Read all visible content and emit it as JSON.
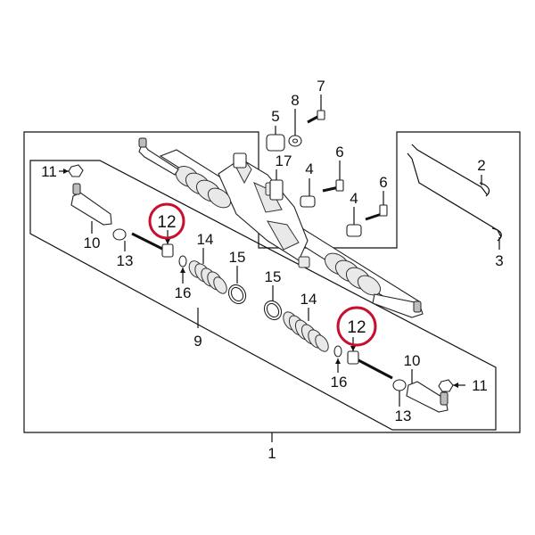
{
  "callouts": {
    "c1": "1",
    "c2": "2",
    "c3": "3",
    "c4a": "4",
    "c4b": "4",
    "c5": "5",
    "c6a": "6",
    "c6b": "6",
    "c7": "7",
    "c8": "8",
    "c9": "9",
    "c10a": "10",
    "c10b": "10",
    "c11a": "11",
    "c11b": "11",
    "c12a": "12",
    "c12b": "12",
    "c13a": "13",
    "c13b": "13",
    "c14a": "14",
    "c14b": "14",
    "c15a": "15",
    "c15b": "15",
    "c16a": "16",
    "c16b": "16",
    "c17": "17"
  },
  "colors": {
    "highlight": "#c8102e",
    "line": "#111111",
    "part_fill": "#ffffff",
    "part_shade": "#e9e9e9"
  },
  "highlighted_parts": [
    "12"
  ]
}
